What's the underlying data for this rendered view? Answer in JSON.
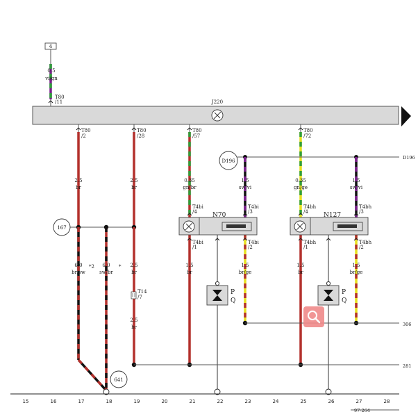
{
  "connector_box": {
    "label": "4"
  },
  "ecu": {
    "label": "J220"
  },
  "top_wire": {
    "size": "0.5",
    "color": "vi/gn",
    "connector": "T80",
    "pin": "/11"
  },
  "wires": [
    {
      "id": "w1",
      "size": "2.5",
      "color": "br",
      "connector": "T80",
      "pin": "/2"
    },
    {
      "id": "w2",
      "size": "2.5",
      "color": "br",
      "connector": "T80",
      "pin": "/28"
    },
    {
      "id": "w3",
      "size": "0.35",
      "color": "gn/br",
      "connector": "T80",
      "pin": "/57"
    },
    {
      "id": "w4",
      "size": "1.5",
      "color": "sw/vi"
    },
    {
      "id": "w5",
      "size": "0.35",
      "color": "gn/ge",
      "connector": "T80",
      "pin": "/72"
    },
    {
      "id": "w6",
      "size": "1.5",
      "color": "sw/vi"
    },
    {
      "id": "w7",
      "size": "6.0",
      "color": "br/sw",
      "note": "*2"
    },
    {
      "id": "w8",
      "size": "6.0",
      "color": "sw/br",
      "note": "*"
    },
    {
      "id": "w9",
      "size": "2.5",
      "color": "br"
    },
    {
      "id": "w10",
      "size": "2.5",
      "color": "br"
    },
    {
      "id": "w11",
      "size": "1.5",
      "color": "br"
    },
    {
      "id": "w12",
      "size": "1.5",
      "color": "br/ge"
    },
    {
      "id": "w13",
      "size": "1.5",
      "color": "br"
    },
    {
      "id": "w14",
      "size": "1.5",
      "color": "br/ge"
    }
  ],
  "components": {
    "n70": {
      "label": "N70",
      "pins": {
        "a": "T4bi",
        "a_pin": "/4",
        "b": "T4bi",
        "b_pin": "/3",
        "c": "T4bi",
        "c_pin": "/1",
        "d": "T4bi",
        "d_pin": "/2"
      }
    },
    "n127": {
      "label": "N127",
      "pins": {
        "a": "T4bh",
        "a_pin": "/4",
        "b": "T4bh",
        "b_pin": "/3",
        "c": "T4bh",
        "c_pin": "/1",
        "d": "T4bh",
        "d_pin": "/2"
      }
    },
    "sparkplug1": {
      "p": "P",
      "q": "Q"
    },
    "sparkplug2": {
      "p": "P",
      "q": "Q"
    },
    "t14": {
      "connector": "T14",
      "pin": "/7"
    }
  },
  "circles": {
    "c167": "167",
    "c641": "641",
    "d196": "D196"
  },
  "references": {
    "d196": "D196",
    "r306": "306",
    "r281": "281"
  },
  "columns": [
    "15",
    "16",
    "17",
    "18",
    "19",
    "20",
    "21",
    "22",
    "23",
    "24",
    "25",
    "26",
    "27",
    "28"
  ],
  "footer": {
    "code": "97-264"
  },
  "wire_colors": {
    "br": "#b3302c",
    "sw": "#111111",
    "vi": "#7a1f8c",
    "gn": "#2f9e3a",
    "ge": "#e8e020",
    "grey": "#555555"
  }
}
